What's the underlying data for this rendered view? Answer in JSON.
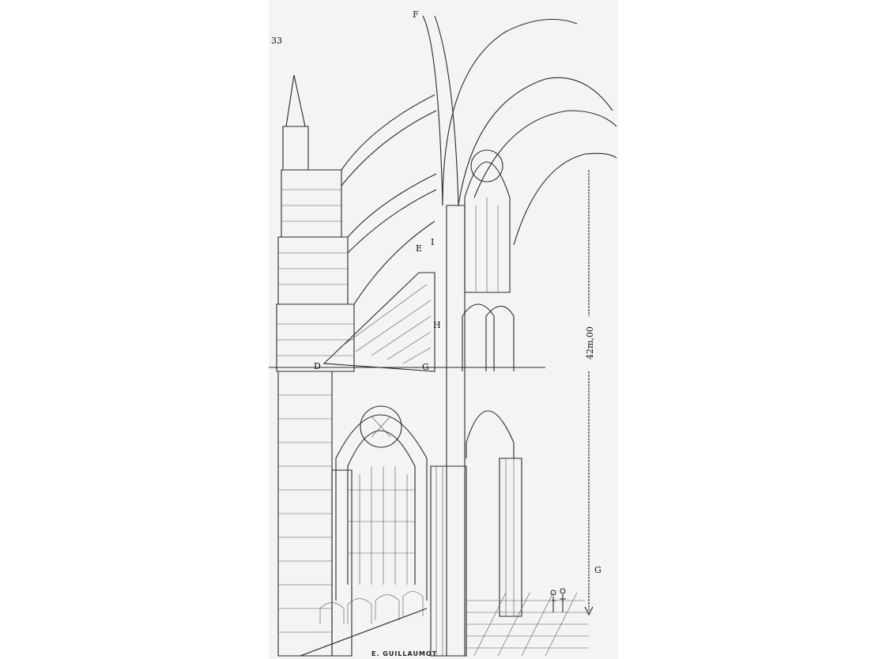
{
  "plate": {
    "page_number": "33",
    "labels": {
      "F": "F",
      "E": "E",
      "I": "I",
      "D": "D",
      "G": "G",
      "H": "H",
      "G2": "G"
    },
    "height_dimension": "42m,00",
    "engraver_signature": "E. GUILLAUMOT",
    "paper_color": "#f4f4f3",
    "ink_color": "#2a2a2a"
  }
}
